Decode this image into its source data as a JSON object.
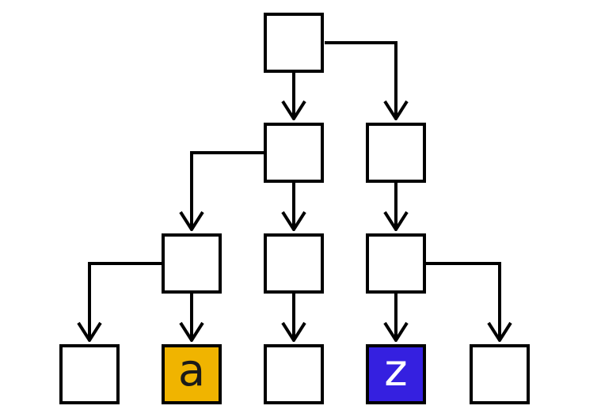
{
  "diagram": {
    "type": "tree",
    "background": "#ffffff",
    "line_color": "#000000",
    "node_border_color": "#000000",
    "nodes": {
      "root": {
        "label": "",
        "fill": "#ffffff",
        "text_color": "#000000"
      },
      "l2_left": {
        "label": "",
        "fill": "#ffffff",
        "text_color": "#000000"
      },
      "l2_right": {
        "label": "",
        "fill": "#ffffff",
        "text_color": "#000000"
      },
      "l3_left": {
        "label": "",
        "fill": "#ffffff",
        "text_color": "#000000"
      },
      "l3_mid": {
        "label": "",
        "fill": "#ffffff",
        "text_color": "#000000"
      },
      "l3_right": {
        "label": "",
        "fill": "#ffffff",
        "text_color": "#000000"
      },
      "leaf_1": {
        "label": "",
        "fill": "#ffffff",
        "text_color": "#000000"
      },
      "leaf_a": {
        "label": "a",
        "fill": "#f0b400",
        "text_color": "#1a1a1a"
      },
      "leaf_mid": {
        "label": "",
        "fill": "#ffffff",
        "text_color": "#000000"
      },
      "leaf_z": {
        "label": "z",
        "fill": "#3520e0",
        "text_color": "#ffffff"
      },
      "leaf_5": {
        "label": "",
        "fill": "#ffffff",
        "text_color": "#000000"
      }
    },
    "edges": [
      {
        "from": "root",
        "to": "l2_left"
      },
      {
        "from": "root",
        "to": "l2_right"
      },
      {
        "from": "l2_left",
        "to": "l3_left"
      },
      {
        "from": "l2_left",
        "to": "l3_mid"
      },
      {
        "from": "l2_right",
        "to": "l3_right"
      },
      {
        "from": "l3_left",
        "to": "leaf_1"
      },
      {
        "from": "l3_left",
        "to": "leaf_a"
      },
      {
        "from": "l3_mid",
        "to": "leaf_mid"
      },
      {
        "from": "l3_right",
        "to": "leaf_z"
      },
      {
        "from": "l3_right",
        "to": "leaf_5"
      }
    ]
  }
}
